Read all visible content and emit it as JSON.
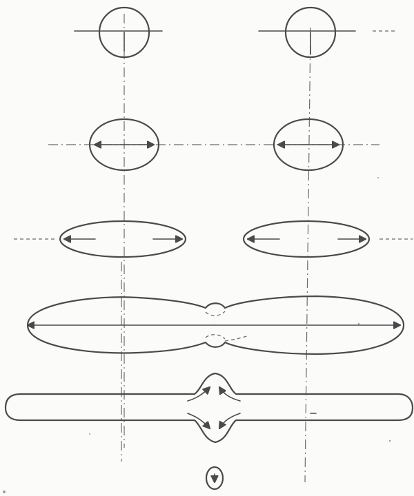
{
  "figure": {
    "description_note": "",
    "ink_color": "#4a4a4a",
    "paper_color": "#fbfbfa",
    "stages": [
      {
        "id": "stage-1",
        "shape": "circle",
        "count": 2,
        "arrows": "none"
      },
      {
        "id": "stage-2",
        "shape": "ellipse",
        "count": 2,
        "arrows": "outward-horizontal"
      },
      {
        "id": "stage-3",
        "shape": "elongated-ellipse",
        "count": 2,
        "arrows": "outward-horizontal"
      },
      {
        "id": "stage-4",
        "shape": "dumbbell",
        "count": 1,
        "arrows": "outward-horizontal-with-neck"
      },
      {
        "id": "stage-5",
        "shape": "bar-with-central-bulge",
        "count": 1,
        "arrows": "curved-at-bulge"
      },
      {
        "id": "stage-6",
        "shape": "small-droplet",
        "count": 1,
        "arrows": "downward"
      }
    ]
  }
}
